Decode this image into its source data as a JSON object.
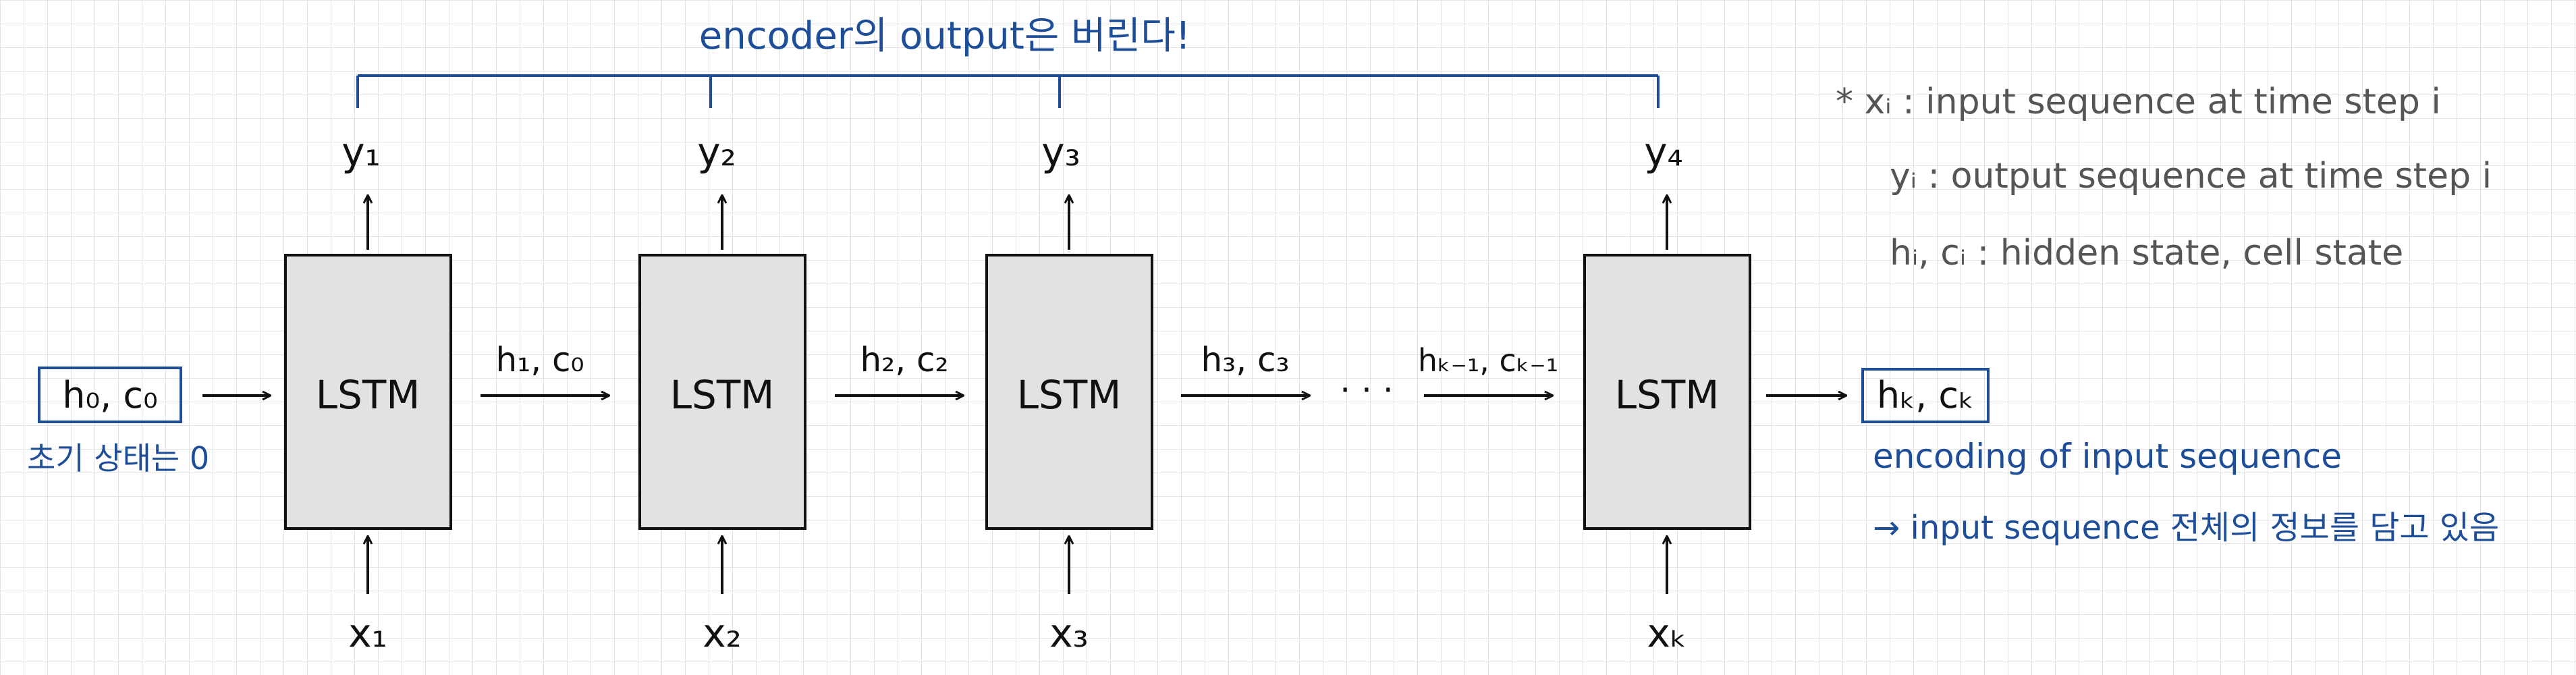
{
  "colors": {
    "grid": "#e3e3e3",
    "ink": "#111111",
    "blue": "#1f4e99",
    "gray_note": "#555555",
    "cell_fill": "#e2e2e2"
  },
  "header_note": "encoder의 output은 버린다!",
  "cells": [
    {
      "label": "LSTM",
      "output": "y₁",
      "input": "x₁"
    },
    {
      "label": "LSTM",
      "output": "y₂",
      "input": "x₂"
    },
    {
      "label": "LSTM",
      "output": "y₃",
      "input": "x₃"
    },
    {
      "label": "LSTM",
      "output": "y₄",
      "input": "xₖ"
    }
  ],
  "initial_state": {
    "label": "h₀, c₀",
    "note": "초기 상태는 0"
  },
  "transitions": [
    "h₁, c₀",
    "h₂, c₂",
    "h₃, c₃",
    "hₖ₋₁, cₖ₋₁"
  ],
  "ellipsis": "· · ·",
  "final_state": {
    "label": "hₖ, cₖ",
    "note1": "encoding of input sequence",
    "note2": "→ input sequence 전체의 정보를 담고 있음"
  },
  "legend": {
    "line1": "* xᵢ : input sequence at time step i",
    "line2": "yᵢ : output sequence at time step i",
    "line3": "hᵢ, cᵢ : hidden state, cell state"
  }
}
